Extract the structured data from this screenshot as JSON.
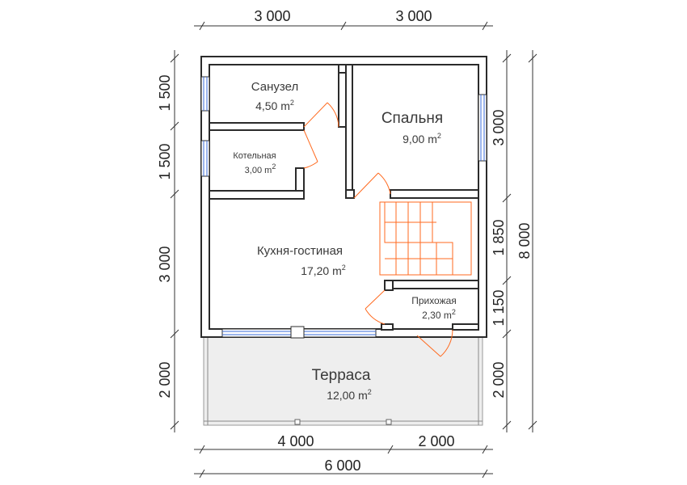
{
  "dimensions": {
    "top_left": "3 000",
    "top_right": "3 000",
    "bottom_left": "4 000",
    "bottom_right": "2 000",
    "bottom_total": "6 000",
    "left_1": "1 500",
    "left_2": "1 500",
    "left_3": "3 000",
    "left_4": "2 000",
    "right_1": "3 000",
    "right_2": "1 850",
    "right_3": "1 150",
    "right_4": "2 000",
    "right_total": "8 000"
  },
  "rooms": {
    "bathroom": {
      "name": "Санузел",
      "area": "4,50 m",
      "unit_sup": "2"
    },
    "bedroom": {
      "name": "Спальня",
      "area": "9,00 m",
      "unit_sup": "2"
    },
    "boiler": {
      "name": "Котельная",
      "area": "3,00 m",
      "unit_sup": "2"
    },
    "kitchen": {
      "name": "Кухня-гостиная",
      "area": "17,20 m",
      "unit_sup": "2"
    },
    "hallway": {
      "name": "Прихожая",
      "area": "2,30 m",
      "unit_sup": "2"
    },
    "terrace": {
      "name": "Терраса",
      "area": "12,00 m",
      "unit_sup": "2"
    }
  },
  "colors": {
    "wall": "#2b2b2b",
    "wall_fill": "#ffffff",
    "door": "#ff6a1f",
    "stairs": "#ff6a1f",
    "window": "#3a6bd8",
    "terrace_floor": "#eeeeee"
  }
}
